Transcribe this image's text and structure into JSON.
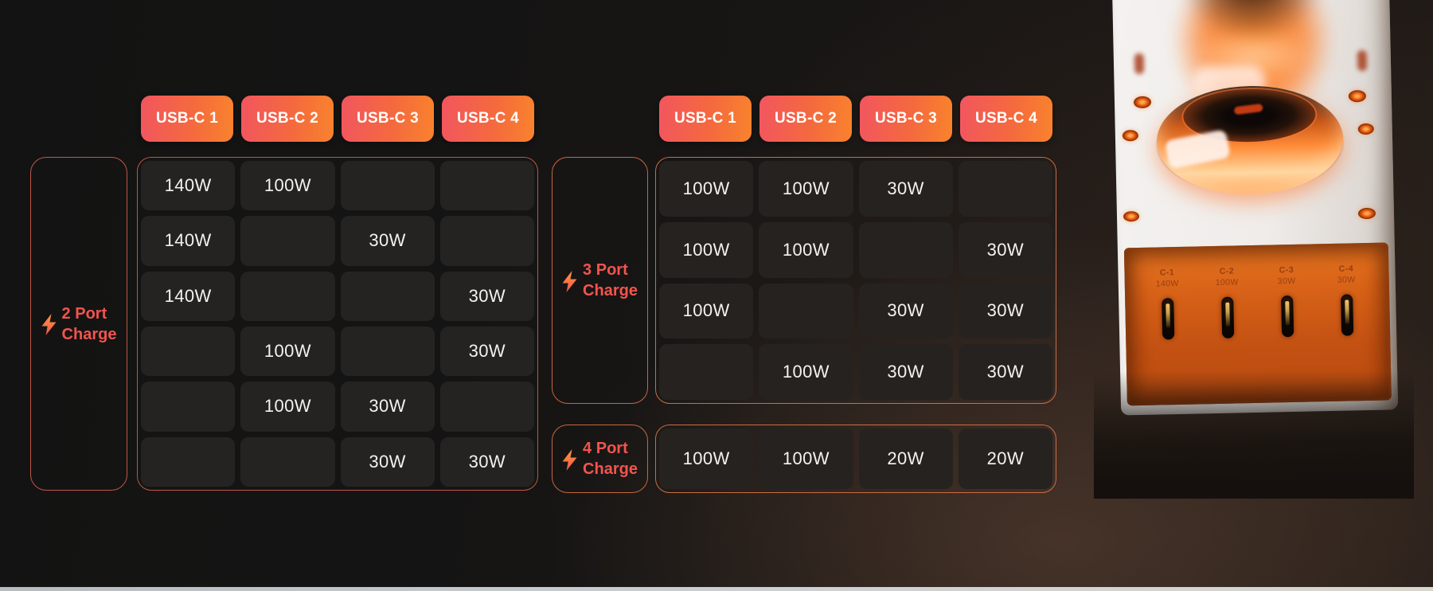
{
  "chart_data": [
    {
      "type": "table",
      "title": "2 Port Charge",
      "label_lines": [
        "2 Port",
        "Charge"
      ],
      "columns": [
        "USB-C 1",
        "USB-C 2",
        "USB-C 3",
        "USB-C 4"
      ],
      "rows": [
        [
          "140W",
          "100W",
          "",
          ""
        ],
        [
          "140W",
          "",
          "30W",
          ""
        ],
        [
          "140W",
          "",
          "",
          "30W"
        ],
        [
          "",
          "100W",
          "",
          "30W"
        ],
        [
          "",
          "100W",
          "30W",
          ""
        ],
        [
          "",
          "",
          "30W",
          "30W"
        ]
      ],
      "units": "W",
      "legend_position": "left"
    },
    {
      "type": "table",
      "title": "3 Port Charge",
      "label_lines": [
        "3 Port",
        "Charge"
      ],
      "columns": [
        "USB-C 1",
        "USB-C 2",
        "USB-C 3",
        "USB-C 4"
      ],
      "rows": [
        [
          "100W",
          "100W",
          "30W",
          ""
        ],
        [
          "100W",
          "100W",
          "",
          "30W"
        ],
        [
          "100W",
          "",
          "30W",
          "30W"
        ],
        [
          "",
          "100W",
          "30W",
          "30W"
        ]
      ],
      "units": "W",
      "legend_position": "left"
    },
    {
      "type": "table",
      "title": "4 Port Charge",
      "label_lines": [
        "4 Port",
        "Charge"
      ],
      "columns": [
        "USB-C 1",
        "USB-C 2",
        "USB-C 3",
        "USB-C 4"
      ],
      "rows": [
        [
          "100W",
          "100W",
          "20W",
          "20W"
        ]
      ],
      "units": "W",
      "legend_position": "left"
    }
  ],
  "product": {
    "ports": [
      {
        "name": "C-1",
        "watt": "140W"
      },
      {
        "name": "C-2",
        "watt": "100W"
      },
      {
        "name": "C-3",
        "watt": "30W"
      },
      {
        "name": "C-4",
        "watt": "30W"
      }
    ]
  },
  "colors": {
    "chip_gradient_start": "#f2565e",
    "chip_gradient_end": "#f9822d",
    "table_border": "#c4604a",
    "label_text": "#f2544d",
    "cell_text": "#f4f2ef",
    "cell_background": "#252322",
    "panel_orange": "#d55f16",
    "background_dark": "#151413",
    "background_warm": "#463731"
  }
}
